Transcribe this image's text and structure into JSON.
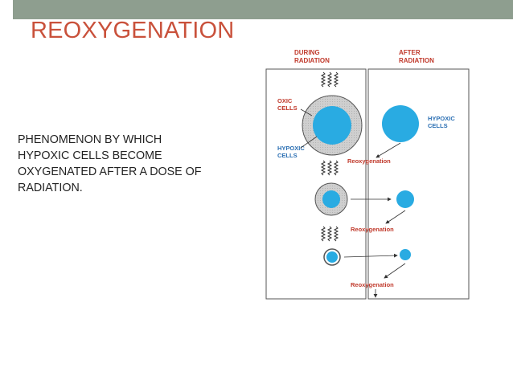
{
  "slide": {
    "title": "REOXYGENATION",
    "body_lines": [
      "PHENOMENON BY WHICH",
      "HYPOXIC CELLS BECOME",
      "OXYGENATED AFTER A DOSE OF",
      "RADIATION."
    ]
  },
  "diagram": {
    "col_during": [
      "DURING",
      "RADIATION"
    ],
    "col_after": [
      "AFTER",
      "RADIATION"
    ],
    "label_oxic": [
      "OXIC",
      "CELLS"
    ],
    "label_hypoxic_left": [
      "HYPOXIC",
      "CELLS"
    ],
    "label_hypoxic_right": [
      "HYPOXIC",
      "CELLS"
    ],
    "reoxygenation_1": "Reoxygenation",
    "reoxygenation_2": "Reoxygenation",
    "reoxygenation_3": "Reoxygenation",
    "colors": {
      "header_text": "#c0392b",
      "cell_blue": "#29abe2",
      "hypoxic_label": "#2b6fb3",
      "oxic_shell": "#c8c8c8",
      "frame": "#555555"
    }
  }
}
